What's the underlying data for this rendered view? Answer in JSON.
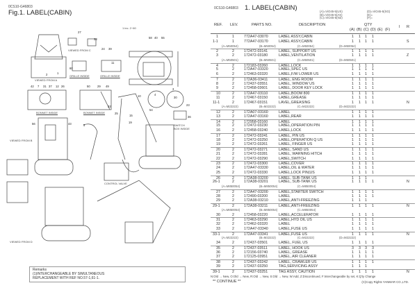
{
  "left": {
    "doc_id": "0CS10-G46803",
    "fig_title": "Fig.1.  LABEL(CABIN)",
    "inc_note": "1 inc. 2~60",
    "labels": {
      "viewed_a": "VIEWED FROM A",
      "viewed_c": "VIEWED FROM C",
      "grille1": "GRILLE INSIDE",
      "grille2": "GRILLE INSIDE",
      "bonnet1": "BONNET INSIDE",
      "bonnet2": "BONNET INSIDE",
      "switch_box": "SWITCH BOX INSIDE",
      "control_valve": "CONTROL VALVE",
      "viewed_b": "VIEWED FROM B",
      "viewed_d": "VIEWED FROM D"
    },
    "callouts": [
      "27",
      "33",
      "60",
      "24",
      "39",
      "11",
      "58",
      "40",
      "55",
      "3",
      "30",
      "4",
      "42",
      "7",
      "31",
      "37",
      "12",
      "26",
      "50",
      "29",
      "49",
      "32",
      "10",
      "25",
      "15",
      "19",
      "54",
      "23",
      "36",
      "56",
      "43",
      "5",
      "2",
      "1"
    ],
    "remarks": {
      "title": "Remarks",
      "line1": "(1)INTERCHANGEABLE BY SIMULTANEOUS",
      "line2": "REPLACEMENT WITH REF NO.57-1,61-1."
    }
  },
  "right": {
    "doc_id": "0CS10-G46803",
    "title": "1.  LABEL(CABIN)",
    "models": {
      "a": "(A)=ViO45-5(US)",
      "b": "(B)=ViO45-5(AS)",
      "c": "(C)=ViO45-5(NZ)",
      "d": "(D)=ViO45-5(SG)",
      "e": "(E)=",
      "f": "(F)="
    },
    "headers": {
      "ref": "REF.",
      "lev": "LEV.",
      "parts": "PARTS NO.",
      "desc": "DESCRIPTION",
      "qty": "QTY",
      "a": "(A)",
      "b": "(B)",
      "c": "(C)",
      "d": "(D)",
      "e": "(E)",
      "f": "(F)",
      "i": "I",
      "r": "R"
    },
    "rows": [
      {
        "ref": "1",
        "lev": "1",
        "part": "772A47-03070",
        "desc": "LABEL ASSY,CABIN",
        "qty": [
          "1",
          "1",
          "1",
          "1"
        ]
      },
      {
        "ref": "1-1",
        "lev": "1",
        "part": "772A47-03170",
        "desc": "LABEL ASSY,CABIN",
        "qty": [
          "1",
          "1",
          "1",
          "1"
        ],
        "r": "S"
      },
      {
        "note": [
          "(A=M50054)",
          "(B=M50054)",
          "(C=M50054)",
          "(D=M50054)"
        ]
      },
      {
        "ref": "2",
        "lev": "2",
        "part": "172472-03141",
        "desc": "LABEL, SUPPORT US",
        "qty": [
          "1",
          "1",
          "1",
          "1"
        ],
        "sep": true
      },
      {
        "ref": "3",
        "lev": "2",
        "part": "172472-03180",
        "desc": "LABEL,VENTILATION",
        "qty": [
          "1",
          "1",
          "1",
          "1"
        ],
        "r": "Z"
      },
      {
        "note": [
          "(A=M50501)",
          "(B=M50501)",
          "(C=M50501)",
          "(D=M50501)"
        ]
      },
      {
        "ref": "4",
        "lev": "2",
        "part": "172183-03260",
        "desc": "LABEL,LOCK",
        "qty": [
          "1",
          "1",
          "1",
          "1"
        ],
        "sep": true
      },
      {
        "ref": "5",
        "lev": "2",
        "part": "172A47-03320",
        "desc": "LABEL,SPEC US",
        "qty": [
          "1",
          "1",
          "1",
          "1"
        ]
      },
      {
        "ref": "6",
        "lev": "2",
        "part": "172463-03320",
        "desc": "LABEL,F/W LOWER US",
        "qty": [
          "1",
          "1",
          "1",
          "1"
        ]
      },
      {
        "ref": "7",
        "lev": "2",
        "part": "172A36-03411",
        "desc": "LABEL, ENG ROOM",
        "qty": [
          "1",
          "1",
          "1",
          "1"
        ],
        "sep": true
      },
      {
        "ref": "8",
        "lev": "2",
        "part": "172437-03551",
        "desc": "LABEL, WINDOW US",
        "qty": [
          "1",
          "1",
          "1",
          "1"
        ]
      },
      {
        "ref": "9",
        "lev": "2",
        "part": "172458-03601",
        "desc": "LABEL, DOOR KEY LOCK",
        "qty": [
          "1",
          "1",
          "1",
          "1"
        ]
      },
      {
        "ref": "10",
        "lev": "2",
        "part": "172A47-03110",
        "desc": "LABEL,BOOM 800",
        "qty": [
          "1",
          "1",
          "1",
          "1"
        ],
        "sep": true
      },
      {
        "ref": "11",
        "lev": "2",
        "part": "172467-03150",
        "desc": "LABEL,GREASE",
        "qty": [
          "1",
          "1",
          "1",
          "1"
        ]
      },
      {
        "ref": "11-1",
        "lev": "2",
        "part": "172467-03151",
        "desc": "LAVEL,GREASING",
        "qty": [
          "1",
          "1",
          "1",
          "1"
        ],
        "r": "N"
      },
      {
        "note": [
          "(A=M22222)",
          "(B=M22222)",
          "(C=M22222)",
          "(D=M22222)"
        ]
      },
      {
        "ref": "12",
        "lev": "2",
        "part": "172A07-03160",
        "desc": "LABEL",
        "qty": [
          "1",
          "1",
          "1",
          "1"
        ],
        "sep": true
      },
      {
        "ref": "13",
        "lev": "2",
        "part": "172A47-03160",
        "desc": "LABEL,REAR",
        "qty": [
          "1",
          "1",
          "1",
          "1"
        ]
      },
      {
        "ref": "14",
        "lev": "2",
        "part": "172958-03160",
        "desc": "LABEL",
        "qty": [
          "1",
          "1",
          "1",
          "1"
        ],
        "sep": true
      },
      {
        "ref": "15",
        "lev": "2",
        "part": "172472-03230",
        "desc": "LABEL,OPERATION PIN",
        "qty": [
          "1",
          "1",
          "1",
          "1"
        ]
      },
      {
        "ref": "16",
        "lev": "2",
        "part": "172458-03240",
        "desc": "LABEL,LOCK",
        "qty": [
          "1",
          "1",
          "1",
          "1"
        ]
      },
      {
        "ref": "17",
        "lev": "2",
        "part": "172472-03241",
        "desc": "LABEL, PIN US",
        "qty": [
          "1",
          "1",
          "1",
          "1"
        ],
        "sep": true
      },
      {
        "ref": "18",
        "lev": "2",
        "part": "172472-03250",
        "desc": "LABEL,OPERATION Q US",
        "qty": [
          "1",
          "1",
          "1",
          "1"
        ]
      },
      {
        "ref": "19",
        "lev": "2",
        "part": "172472-03261",
        "desc": "LABEL, FINGER US",
        "qty": [
          "1",
          "1",
          "1",
          "1"
        ]
      },
      {
        "ref": "20",
        "lev": "2",
        "part": "172472-03271",
        "desc": "LABEL, SAND US",
        "qty": [
          "1",
          "1",
          "1",
          "1"
        ],
        "sep": true
      },
      {
        "ref": "21",
        "lev": "2",
        "part": "172472-03281",
        "desc": "LABEL, WARNING HITCH",
        "qty": [
          "1",
          "1",
          "1",
          "1"
        ]
      },
      {
        "ref": "22",
        "lev": "2",
        "part": "172472-03290",
        "desc": "LABEL,SWITCH",
        "qty": [
          "1",
          "1",
          "1",
          "1"
        ]
      },
      {
        "ref": "23",
        "lev": "2",
        "part": "172472-03300",
        "desc": "LABEL,COVER",
        "qty": [
          "1",
          "1",
          "1",
          "1"
        ],
        "sep": true
      },
      {
        "ref": "24",
        "lev": "2",
        "part": "172A47-03330",
        "desc": "LABEL,OIL & WATER",
        "qty": [
          "1",
          "1",
          "1",
          "1"
        ]
      },
      {
        "ref": "25",
        "lev": "2",
        "part": "172472-03330",
        "desc": "LABEL,LOCK PIN(US",
        "qty": [
          "1",
          "1",
          "1",
          "1"
        ]
      },
      {
        "ref": "26",
        "lev": "2",
        "part": "172A38-03200",
        "desc": "LABEL, SUB-TANK US",
        "qty": [
          "1",
          "1",
          "1",
          ""
        ],
        "sep": true
      },
      {
        "ref": "26-1",
        "lev": "2",
        "part": "172A38-03201",
        "desc": "LABEL, SUB-TANK US",
        "qty": [
          "1",
          "1",
          "1",
          "1"
        ],
        "r": "N"
      },
      {
        "note": [
          "(A=M850054)",
          "(B=M850054)",
          "(C=M850054)"
        ]
      },
      {
        "ref": "27",
        "lev": "2",
        "part": "172A47-03200",
        "desc": "LABEL,STARTER SWITCH",
        "qty": [
          "1",
          "1",
          "1",
          "1"
        ],
        "sep": true
      },
      {
        "ref": "28",
        "lev": "2",
        "part": "172490-03200",
        "desc": "LABEL",
        "qty": [
          "1",
          "1",
          "1",
          "1"
        ]
      },
      {
        "ref": "29",
        "lev": "2",
        "part": "172A38-03210",
        "desc": "LABEL,ANTI-FREEZING",
        "qty": [
          "1",
          "1",
          "1",
          ""
        ]
      },
      {
        "ref": "29-1",
        "lev": "2",
        "part": "172A38-03211",
        "desc": "LABEL,ANTI-FREEZING",
        "qty": [
          "1",
          "1",
          "1",
          "1"
        ],
        "r": "N",
        "sep": true
      },
      {
        "note": [
          "(A=M850054)",
          "(B=M850054)",
          "(C=M850054)"
        ]
      },
      {
        "ref": "30",
        "lev": "2",
        "part": "172458-03220",
        "desc": "LABEL,ACCELERATOR",
        "qty": [
          "1",
          "1",
          "1",
          "1"
        ]
      },
      {
        "ref": "31",
        "lev": "2",
        "part": "172463-03290",
        "desc": "LABEL,HYD OIL US",
        "qty": [
          "1",
          "1",
          "1",
          "1"
        ],
        "sep": true
      },
      {
        "ref": "32",
        "lev": "2",
        "part": "172462-03320",
        "desc": "LABEL",
        "qty": [
          "1",
          "1",
          "1",
          "1"
        ]
      },
      {
        "ref": "33",
        "lev": "2",
        "part": "172A47-03340",
        "desc": "LABEL,FUSE US",
        "qty": [
          "1",
          "1",
          "1",
          "1"
        ]
      },
      {
        "ref": "33-1",
        "lev": "2",
        "part": "172A47-03341",
        "desc": "LABEL,FUSE US",
        "qty": [
          "1",
          "1",
          "1",
          "1"
        ],
        "r": "N",
        "sep": true
      },
      {
        "note": [
          "(A=M22222)",
          "(B=M22222)",
          "(C=M22222)",
          "(D=M22222)"
        ]
      },
      {
        "ref": "34",
        "lev": "2",
        "part": "172437-03501",
        "desc": "LABEL, FUEL US",
        "qty": [
          "1",
          "1",
          "1",
          "1"
        ]
      },
      {
        "ref": "35",
        "lev": "2",
        "part": "172437-03511",
        "desc": "LABEL, HOOK US",
        "qty": [
          "3",
          "3",
          "3",
          "3"
        ],
        "sep": true
      },
      {
        "ref": "36",
        "lev": "2",
        "part": "172156-03740",
        "desc": "LABEL, GREASE",
        "qty": [
          "1",
          "1",
          "1",
          "1"
        ]
      },
      {
        "ref": "37",
        "lev": "2",
        "part": "172125-03951",
        "desc": "LABEL, AIR CLEANER",
        "qty": [
          "1",
          "1",
          "1",
          "1"
        ]
      },
      {
        "ref": "38",
        "lev": "2",
        "part": "172437-03242",
        "desc": "LABEL, CRAWLER US",
        "qty": [
          "1",
          "1",
          "1",
          "1"
        ],
        "sep": true
      },
      {
        "ref": "39",
        "lev": "2",
        "part": "172437-03250",
        "desc": "TAG,SERVICING ASSY",
        "qty": [
          "1",
          "1",
          "1",
          ""
        ]
      },
      {
        "ref": "39-1",
        "lev": "2",
        "part": "172437-03251",
        "desc": "TAG ASSY, CAUTION",
        "qty": [
          "1",
          "1",
          "1",
          "1"
        ],
        "r": "N",
        "sep": true
      }
    ],
    "legend": "N:Old → New, O:Old → New, R:Old → New, S:Old → New, W:Add, Z:Discontinued, F:Interchangeable by set, K:Q'ty Change",
    "continue": "** CONTINUE **",
    "copyright": "(C)Copy Rights YANMAR CO.,LTD."
  }
}
